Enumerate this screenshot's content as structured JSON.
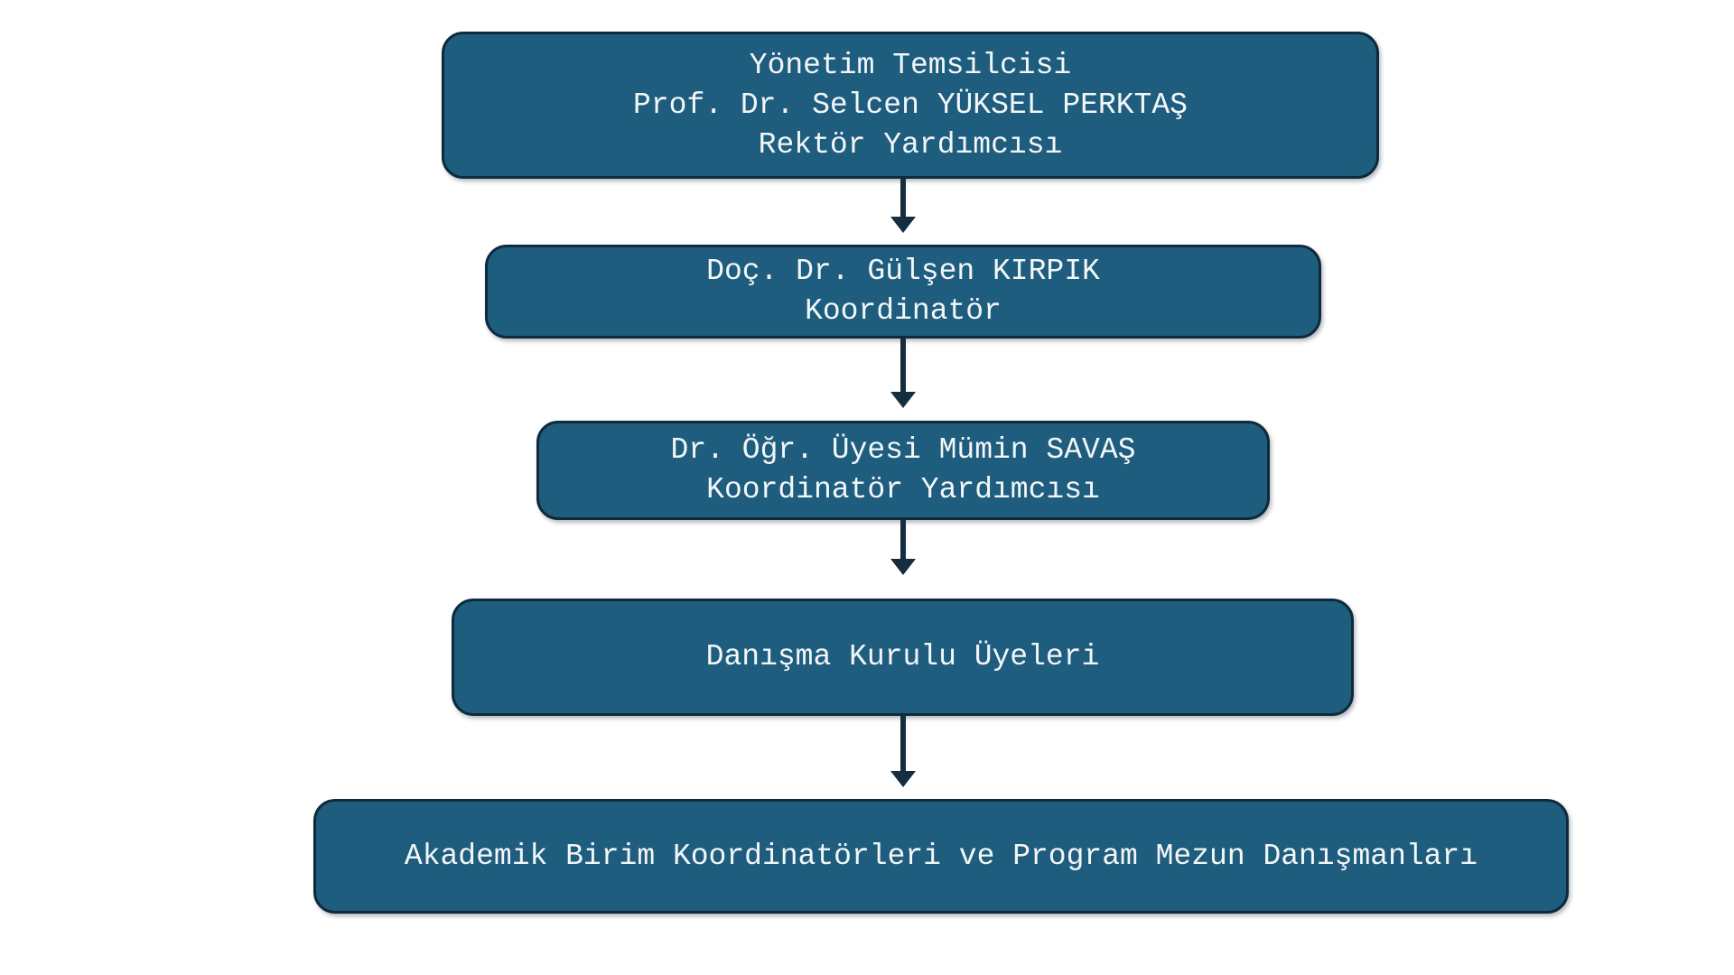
{
  "page": {
    "background": "#ffffff"
  },
  "colors": {
    "node_fill": "#1E5D7E",
    "node_border": "#0E2A3C",
    "arrow": "#142E40",
    "text": "#F2F6F8"
  },
  "diagram": {
    "type": "org-chart",
    "direction": "top-down",
    "nodes": [
      {
        "id": "yonetim-temsilcisi",
        "lines": [
          "Yönetim Temsilcisi",
          "Prof. Dr. Selcen YÜKSEL PERKTAŞ",
          "Rektör Yardımcısı"
        ]
      },
      {
        "id": "koordinator",
        "lines": [
          "Doç. Dr. Gülşen KIRPIK",
          "Koordinatör"
        ]
      },
      {
        "id": "koordinator-yardimcisi",
        "lines": [
          "Dr. Öğr. Üyesi Mümin SAVAŞ",
          "Koordinatör Yardımcısı"
        ]
      },
      {
        "id": "danisma-kurulu",
        "lines": [
          "Danışma Kurulu Üyeleri"
        ]
      },
      {
        "id": "akademik-birim-koordinatorleri",
        "lines": [
          "Akademik Birim Koordinatörleri ve Program Mezun Danışmanları"
        ]
      }
    ],
    "edges": [
      {
        "from": "yonetim-temsilcisi",
        "to": "koordinator"
      },
      {
        "from": "koordinator",
        "to": "koordinator-yardimcisi"
      },
      {
        "from": "koordinator-yardimcisi",
        "to": "danisma-kurulu"
      },
      {
        "from": "danisma-kurulu",
        "to": "akademik-birim-koordinatorleri"
      }
    ]
  }
}
